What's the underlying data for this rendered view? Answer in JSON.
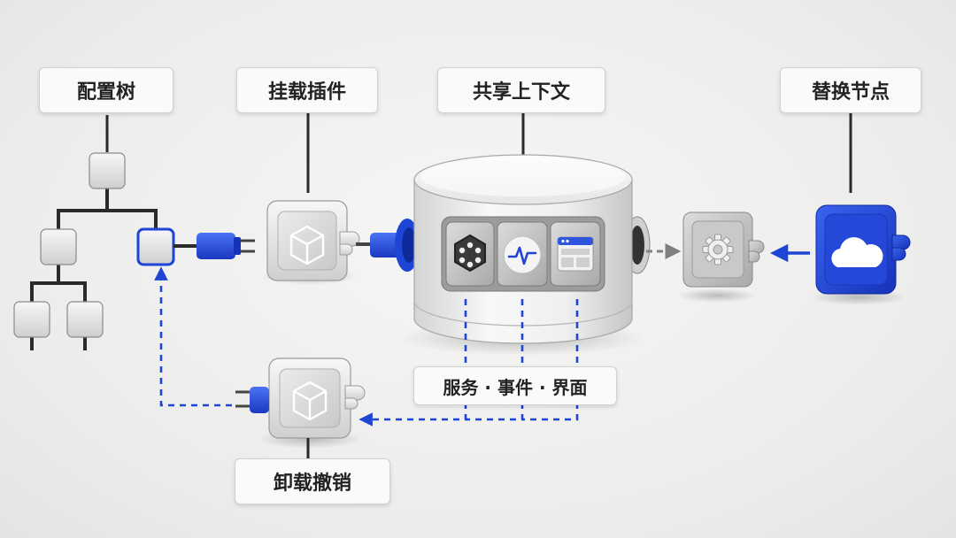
{
  "labels": {
    "config_tree": "配置树",
    "mount_plugin": "挂载插件",
    "shared_context": "共享上下文",
    "replace_node": "替换节点",
    "unmount_revoke": "卸载撤销",
    "services_events_ui": "服务 · 事件 · 界面"
  },
  "icons": {
    "module_cube": "cube-icon",
    "port": "hexagon-socket-icon",
    "event": "pulse-wave-icon",
    "ui": "window-layout-icon",
    "replaced_node": "gear-icon",
    "replacement": "cloud-icon"
  },
  "colors": {
    "accent_blue": "#1f45d6",
    "node_grey": "#d9d9d9",
    "line_dark": "#2a2a2a",
    "arrow_grey": "#808080"
  }
}
